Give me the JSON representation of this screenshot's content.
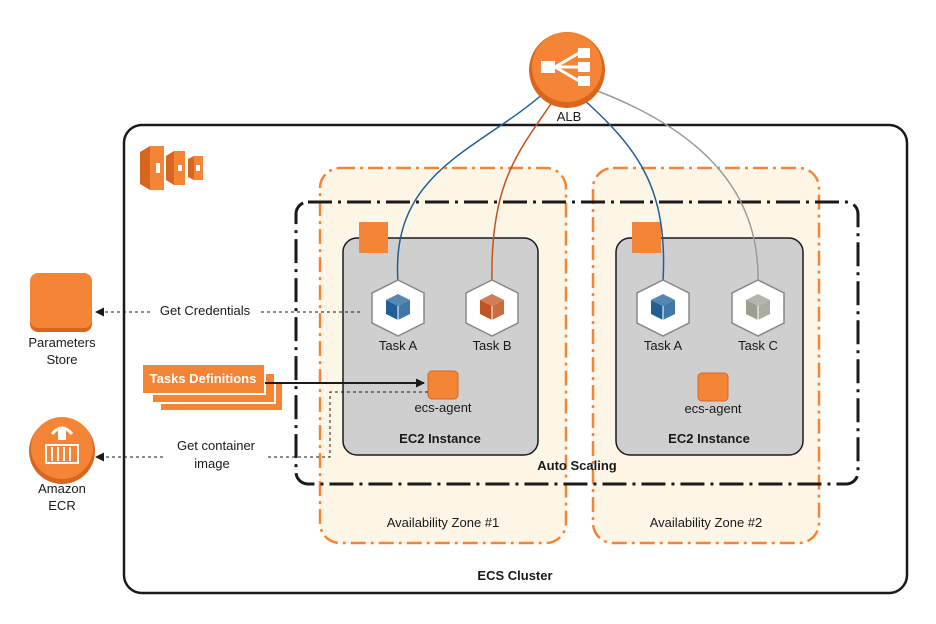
{
  "alb": {
    "label": "ALB"
  },
  "cluster": {
    "label": "ECS Cluster"
  },
  "auto_scaling": {
    "label": "Auto Scaling"
  },
  "zones": [
    {
      "label": "Availability Zone #1"
    },
    {
      "label": "Availability Zone #2"
    }
  ],
  "instances": [
    {
      "label": "EC2 Instance",
      "agent_label": "ecs-agent",
      "tasks": [
        {
          "label": "Task A",
          "color": "#1f5f96"
        },
        {
          "label": "Task B",
          "color": "#c0531f"
        }
      ]
    },
    {
      "label": "EC2 Instance",
      "agent_label": "ecs-agent",
      "tasks": [
        {
          "label": "Task A",
          "color": "#1f5f96"
        },
        {
          "label": "Task C",
          "color": "#9a9d8f"
        }
      ]
    }
  ],
  "parameters_store": {
    "label_line1": "Parameters",
    "label_line2": "Store"
  },
  "ecr": {
    "label_line1": "Amazon",
    "label_line2": "ECR"
  },
  "task_definitions": {
    "label": "Tasks Definitions"
  },
  "arrows": {
    "get_credentials": "Get Credentials",
    "get_container_line1": "Get container",
    "get_container_line2": "image"
  },
  "colors": {
    "orange": "#f58536",
    "orange_dark": "#d9661e",
    "zone_fill": "#fdf6e6",
    "instance_fill": "#cfcfcf",
    "link_blue": "#1f5f96",
    "link_orange": "#c0531f",
    "link_gray": "#9a9d8f"
  },
  "icons": [
    "ecs-logo-icon",
    "load-balancer-icon",
    "parameter-store-icon",
    "ecr-icon",
    "container-cube-icon",
    "ec2-badge-icon",
    "agent-icon"
  ]
}
